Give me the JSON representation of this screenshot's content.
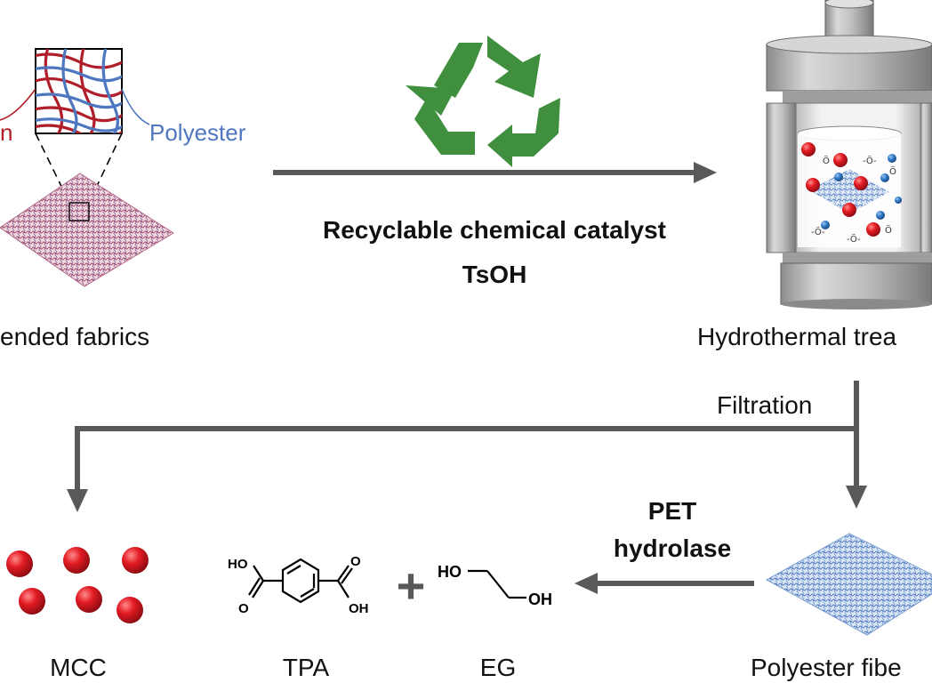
{
  "colors": {
    "arrow": "#595959",
    "cotton": "#b01e2a",
    "polyester": "#4f77c0",
    "recycle": "#3f8f3e",
    "mcc_sphere": "#e31b23",
    "blue_sphere": "#3b7fc4",
    "reactor_metal": "#a6a6a6"
  },
  "labels": {
    "cotton_fragment": "n",
    "polyester": "Polyester",
    "blended_fabrics": "ended fabrics",
    "catalyst_line1": "Recyclable chemical catalyst",
    "catalyst_line2": "TsOH",
    "hydrothermal": "Hydrothermal trea",
    "filtration": "Filtration",
    "pet_line1": "PET",
    "pet_line2": "hydrolase",
    "mcc": "MCC",
    "tpa": "TPA",
    "eg": "EG",
    "polyester_fiber": "Polyester fibe",
    "plus": "+"
  },
  "chem": {
    "tpa_ho": "HO",
    "tpa_o_top": "O",
    "tpa_o_bottom": "O",
    "tpa_oh": "OH",
    "eg_ho": "HO",
    "eg_oh": "OH"
  },
  "icons": {
    "recycle": "recycle-icon",
    "reactor": "reactor-vessel-icon",
    "fabric": "fabric-mesh-icon"
  }
}
